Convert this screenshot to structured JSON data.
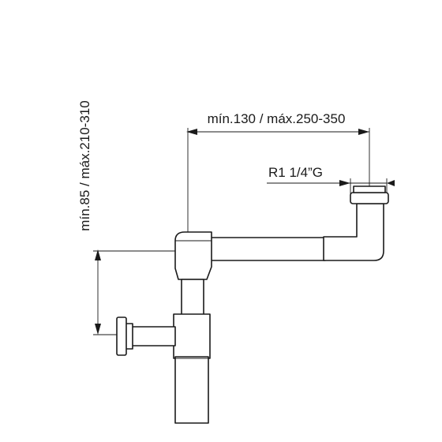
{
  "dimensions": {
    "height_label": "mín.85 / máx.210-310",
    "width_label": "mín.130 / máx.250-350",
    "thread_label": "R1 1/4”G"
  },
  "colors": {
    "line": "#1a1a1a",
    "background": "#ffffff"
  }
}
